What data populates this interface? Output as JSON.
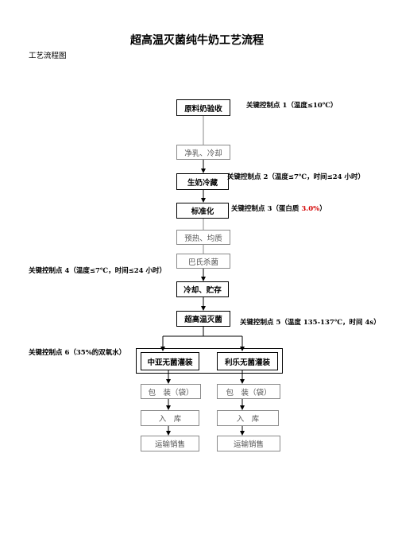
{
  "page": {
    "title": "超高温灭菌纯牛奶工艺流程",
    "subtitle": "工艺流程图"
  },
  "flow": {
    "nodes": [
      {
        "id": "raw-milk",
        "label": "原料奶验收",
        "style": "bold"
      },
      {
        "id": "clean-cool",
        "label": "净乳、冷却",
        "style": "light"
      },
      {
        "id": "cold-store",
        "label": "生奶冷藏",
        "style": "bold"
      },
      {
        "id": "standardize",
        "label": "标准化",
        "style": "bold"
      },
      {
        "id": "preheat",
        "label": "预热、均质",
        "style": "light"
      },
      {
        "id": "pasteurize",
        "label": "巴氏杀菌",
        "style": "light"
      },
      {
        "id": "cool-store",
        "label": "冷却、贮存",
        "style": "bold"
      },
      {
        "id": "uht",
        "label": "超高温灭菌",
        "style": "bold"
      },
      {
        "id": "fill-a",
        "label": "中亚无菌灌装",
        "style": "bold"
      },
      {
        "id": "fill-b",
        "label": "利乐无菌灌装",
        "style": "bold"
      },
      {
        "id": "pack-a",
        "label": "包　装（袋）",
        "style": "light"
      },
      {
        "id": "pack-b",
        "label": "包　装（袋）",
        "style": "light"
      },
      {
        "id": "store-a",
        "label": "入　库",
        "style": "light"
      },
      {
        "id": "store-b",
        "label": "入　库",
        "style": "light"
      },
      {
        "id": "ship-a",
        "label": "运输销售",
        "style": "light"
      },
      {
        "id": "ship-b",
        "label": "运输销售",
        "style": "light"
      }
    ],
    "control_points": [
      {
        "id": "ccp-1",
        "text": "关键控制点 1（温度≤10℃）"
      },
      {
        "id": "ccp-2",
        "text": "关键控制点 2（温度≤7℃，时间≤24 小时）"
      },
      {
        "id": "ccp-3",
        "prefix": "关键控制点 3（蛋白质 ",
        "highlight": "3.0%",
        "suffix": "）",
        "highlight_color": "#d40000"
      },
      {
        "id": "ccp-4",
        "text": "关键控制点 4（温度≤7℃，时间≤24 小时）"
      },
      {
        "id": "ccp-5",
        "text": "关键控制点 5（温度 135-137℃，时间 4s）"
      },
      {
        "id": "ccp-6",
        "text": "关键控制点 6（35%的双氧水）"
      }
    ]
  }
}
